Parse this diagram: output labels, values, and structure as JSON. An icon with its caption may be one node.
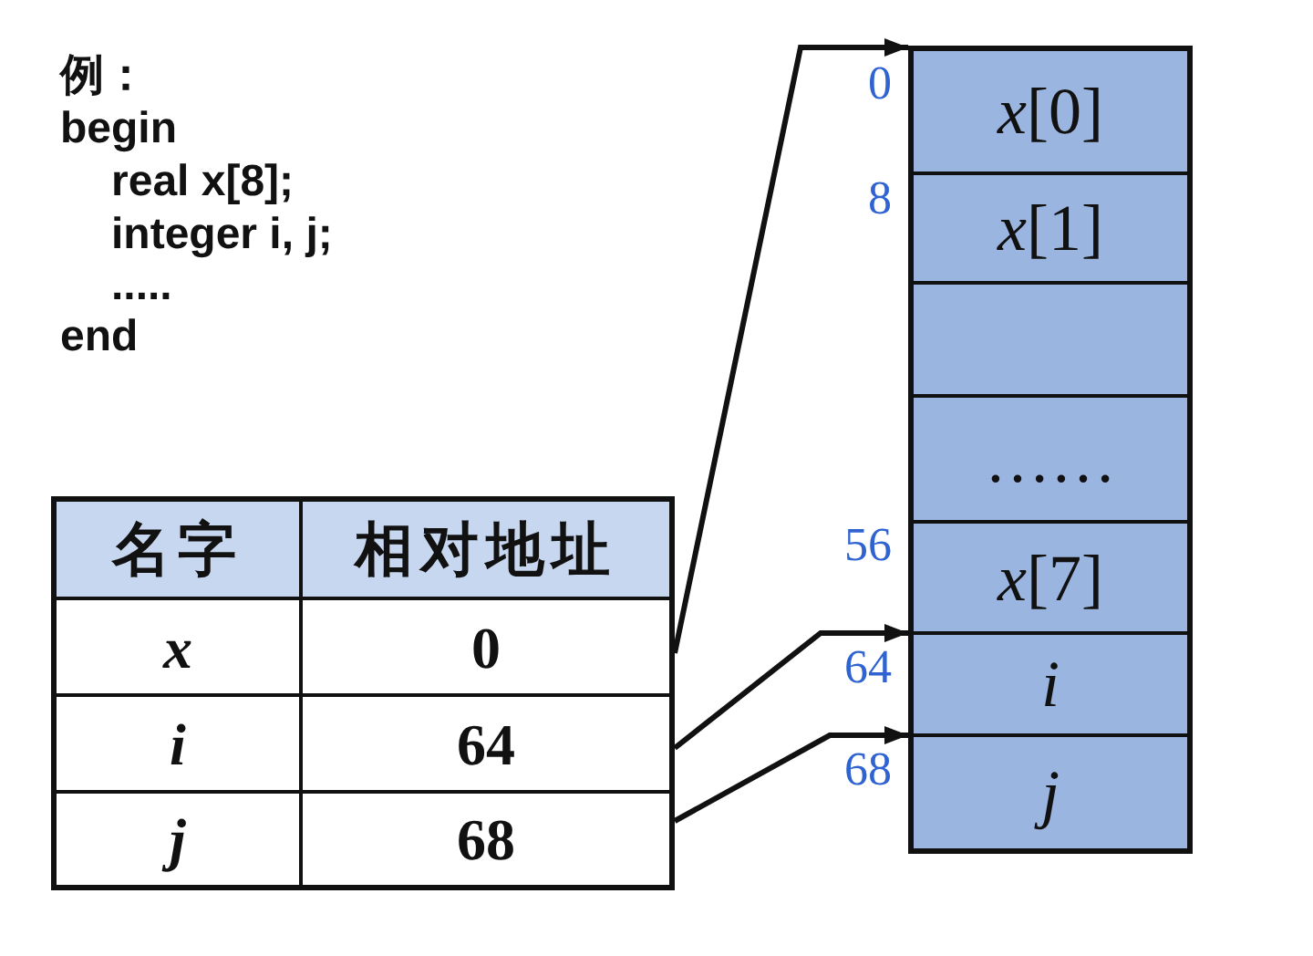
{
  "diagram": {
    "nodes": [
      {
        "text": [
          "名字"
        ]
      },
      {
        "text": [
          "相对地址"
        ]
      },
      {
        "text": [
          "x"
        ]
      },
      {
        "text": [
          "0"
        ]
      },
      {
        "text": [
          "i"
        ]
      },
      {
        "text": [
          "64"
        ]
      },
      {
        "text": [
          "j"
        ]
      },
      {
        "text": [
          "68"
        ]
      },
      {
        "text": [
          "*x*[0]"
        ],
        "beside": [
          "0"
        ]
      },
      {
        "text": [
          "*x*[1]"
        ],
        "beside": [
          "8"
        ]
      },
      {
        "text": [],
        "shape": "box"
      },
      {
        "text": [
          "……"
        ]
      },
      {
        "text": [
          "*x*[7]"
        ],
        "beside": [
          "56"
        ]
      },
      {
        "text": [
          "i"
        ],
        "beside": [
          "64"
        ]
      },
      {
        "text": [
          "j"
        ],
        "beside": [
          "68"
        ]
      }
    ],
    "edges": [
      {
        "from": 3,
        "to": 8,
        "arrow": "to"
      },
      {
        "from": 5,
        "to": 13,
        "arrow": "to"
      },
      {
        "from": 7,
        "to": 14,
        "arrow": "to"
      }
    ],
    "labels": [
      "例：",
      "begin",
      "real x[8];",
      "integer i, j;",
      ".....",
      "end"
    ]
  }
}
